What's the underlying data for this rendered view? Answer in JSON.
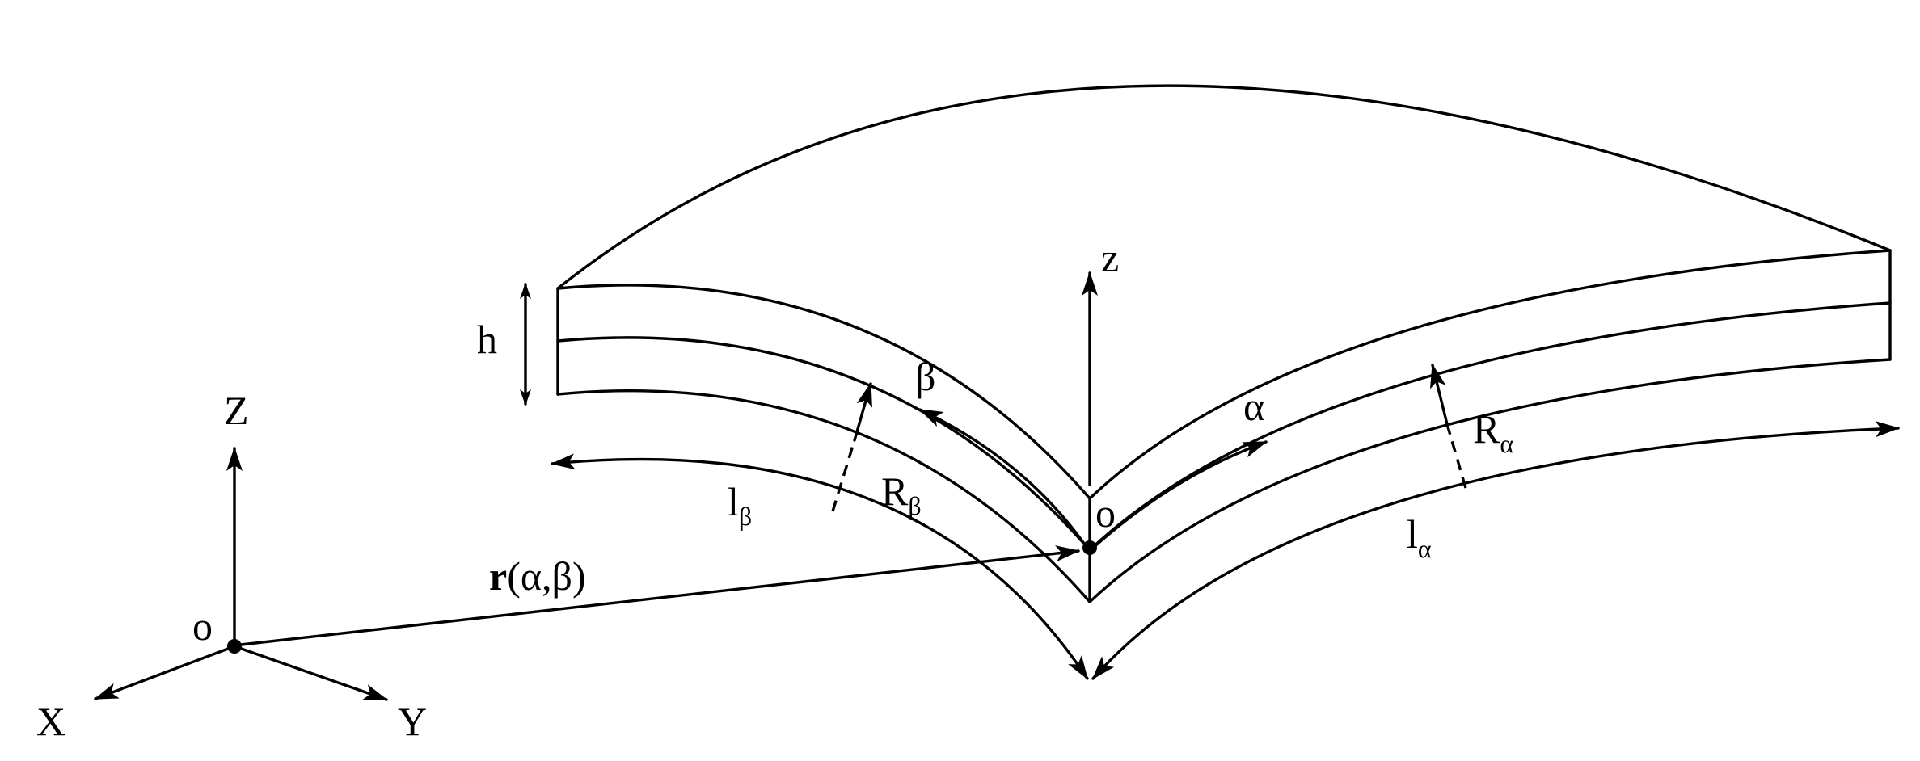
{
  "labels": {
    "global_Z": "Z",
    "global_X": "X",
    "global_Y": "Y",
    "global_origin": "o",
    "local_z": "z",
    "local_origin": "o",
    "thickness": "h",
    "alpha": "α",
    "beta": "β",
    "R_main": "R",
    "R_alpha_sub": "α",
    "R_beta_sub": "β",
    "l_main": "l",
    "l_alpha_sub": "α",
    "l_beta_sub": "β",
    "position_vector_r": "r",
    "position_vector_args": "(α,β)"
  }
}
